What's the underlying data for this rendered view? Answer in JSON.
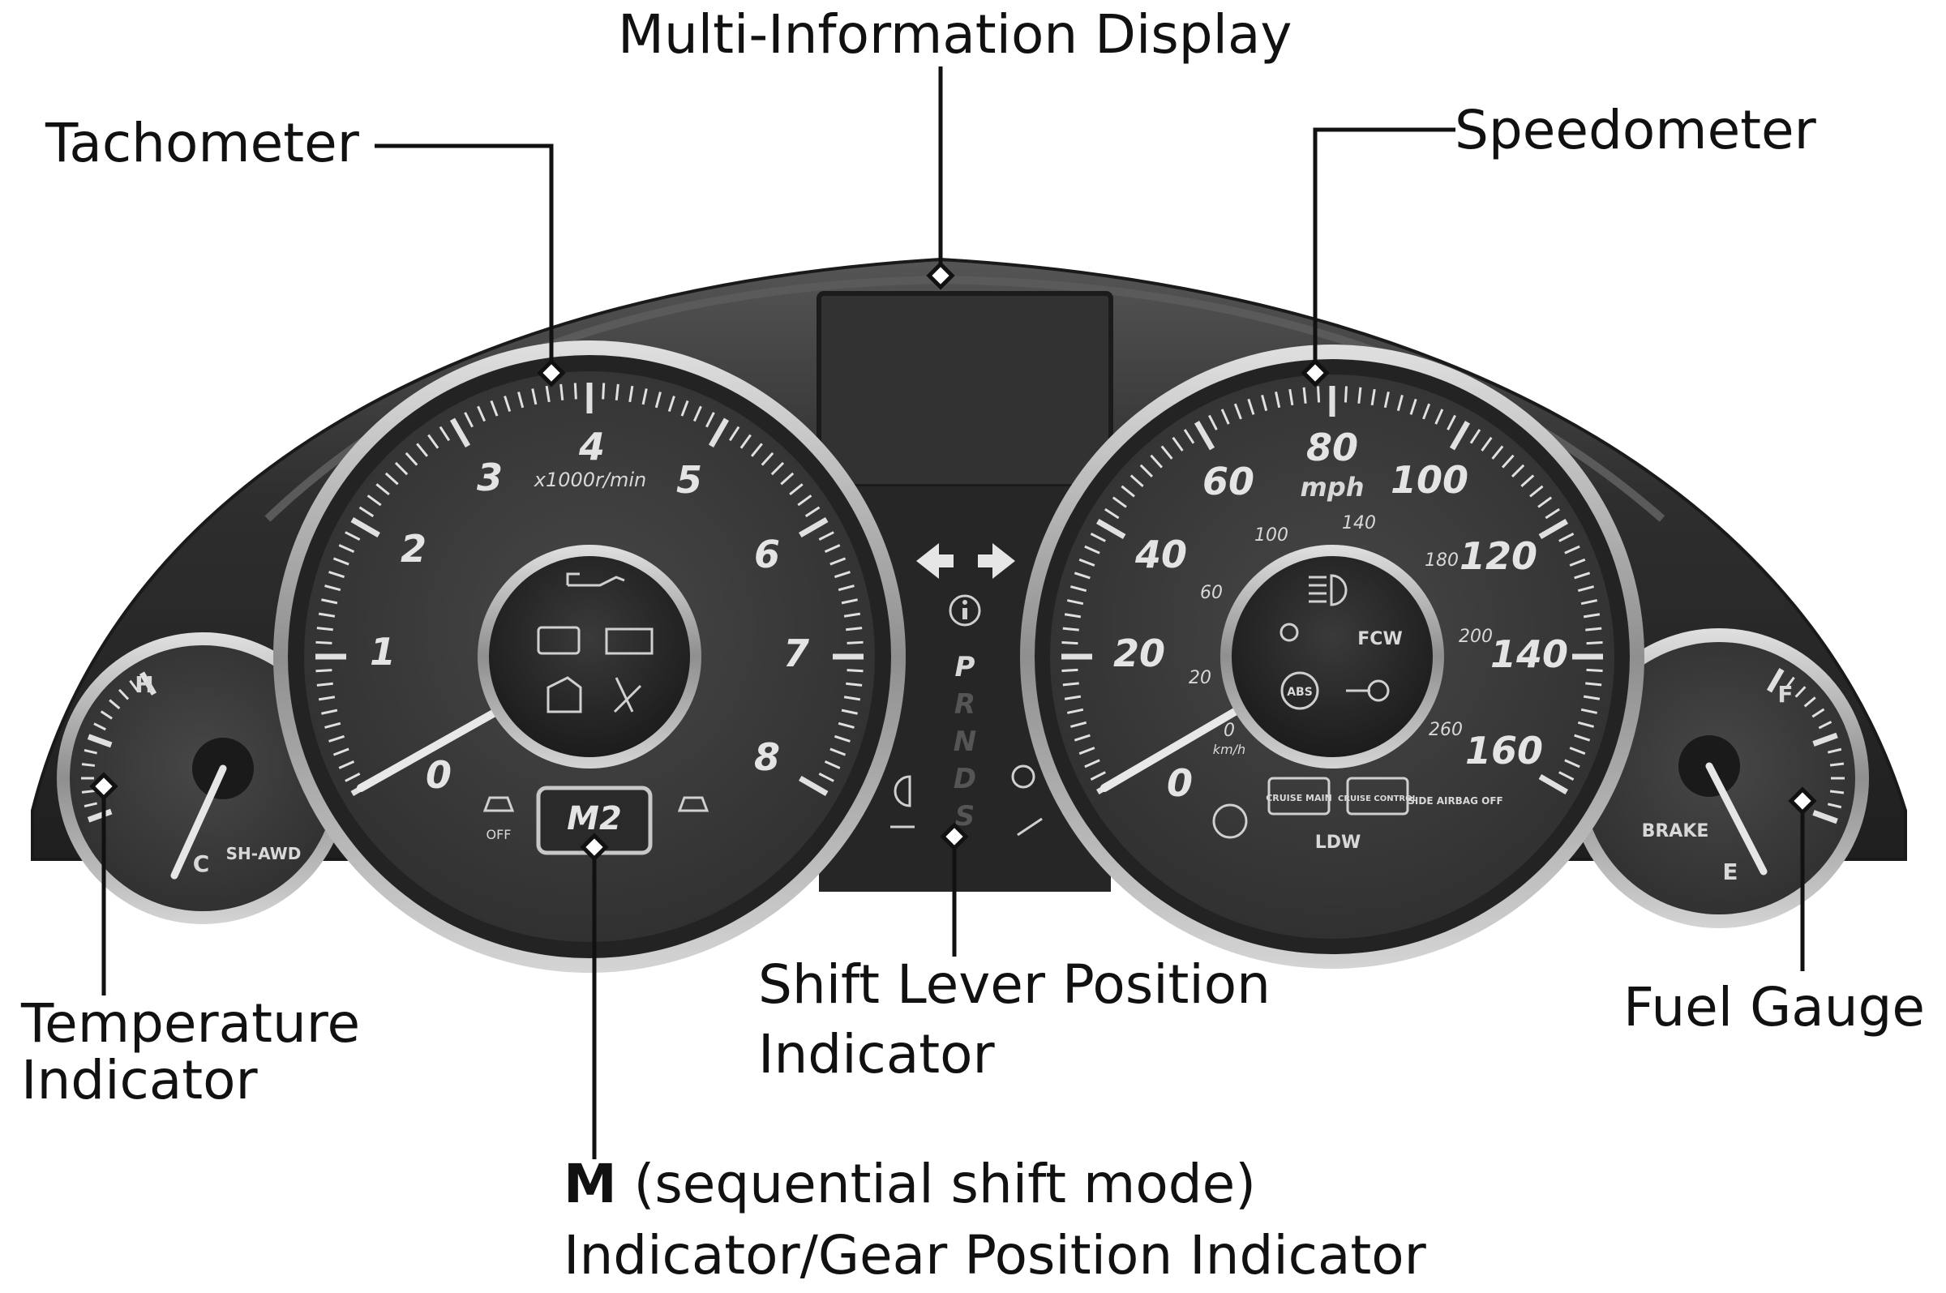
{
  "labels": {
    "multi_information_display": "Multi-Information Display",
    "tachometer": "Tachometer",
    "speedometer": "Speedometer",
    "temperature_line1": "Temperature",
    "temperature_line2": "Indicator",
    "shift_lever_line1": "Shift Lever Position",
    "shift_lever_line2": "Indicator",
    "fuel_gauge": "Fuel Gauge",
    "m_bold": "M",
    "m_rest": " (sequential shift mode)",
    "m_line2": "Indicator/Gear Position Indicator"
  },
  "tachometer": {
    "numbers": [
      "0",
      "1",
      "2",
      "3",
      "4",
      "5",
      "6",
      "7",
      "8"
    ],
    "unit": "x1000r/min",
    "gear_display": "M2"
  },
  "speedometer": {
    "mph_numbers": [
      "0",
      "20",
      "40",
      "60",
      "80",
      "100",
      "120",
      "140",
      "160"
    ],
    "unit_mph": "mph",
    "kmh_numbers": [
      "0",
      "20",
      "60",
      "100",
      "140",
      "180",
      "200",
      "260"
    ],
    "unit_kmh": "km/h",
    "indicator_texts": {
      "fcw": "FCW",
      "abs": "ABS",
      "cruise_main": "CRUISE MAIN",
      "cruise_control": "CRUISE CONTROL",
      "side_airbag_off": "SIDE AIRBAG OFF",
      "ldw": "LDW"
    }
  },
  "shift_positions": [
    "P",
    "R",
    "N",
    "D",
    "S"
  ],
  "temperature_gauge": {
    "hot": "H",
    "cold": "C",
    "badge": "SH-AWD"
  },
  "fuel_gauge_dial": {
    "full": "F",
    "empty": "E",
    "brake": "BRAKE"
  },
  "tach_icon_text": {
    "off": "OFF"
  },
  "colors": {
    "housing": "#2b2b2b",
    "dial_face": "#3c3c3c",
    "bezel": "#b9b9b9",
    "label_text": "#111111"
  }
}
